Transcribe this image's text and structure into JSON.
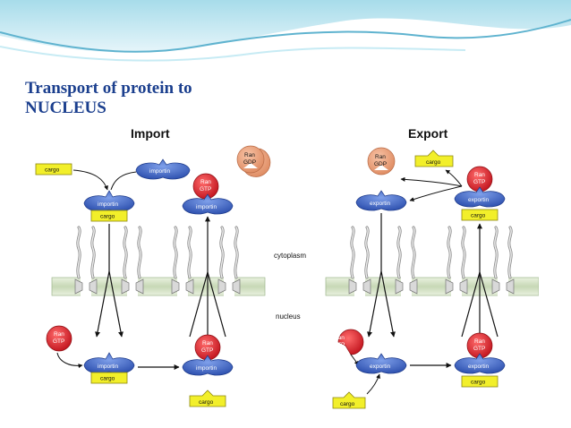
{
  "slide": {
    "title_line1": "Transport of protein to",
    "title_line2": "NUCLEUS"
  },
  "diagram": {
    "import_heading": "Import",
    "export_heading": "Export",
    "cytoplasm_label": "cytoplasm",
    "nucleus_label": "nucleus",
    "molecules": {
      "cargo": "cargo",
      "importin": "importin",
      "exportin": "exportin",
      "ran": "Ran",
      "gtp": "GTP",
      "gdp": "GDP"
    }
  },
  "colors": {
    "title": "#1b3f8e",
    "header_blue": "#7ecfe2",
    "cargo_yellow": "#f2ef2a",
    "karyopherin_blue": "#3b63c2",
    "ran_gtp_red": "#d8202a",
    "ran_gdp_salmon": "#eca27c",
    "membrane_green": "#d4e3c5"
  }
}
